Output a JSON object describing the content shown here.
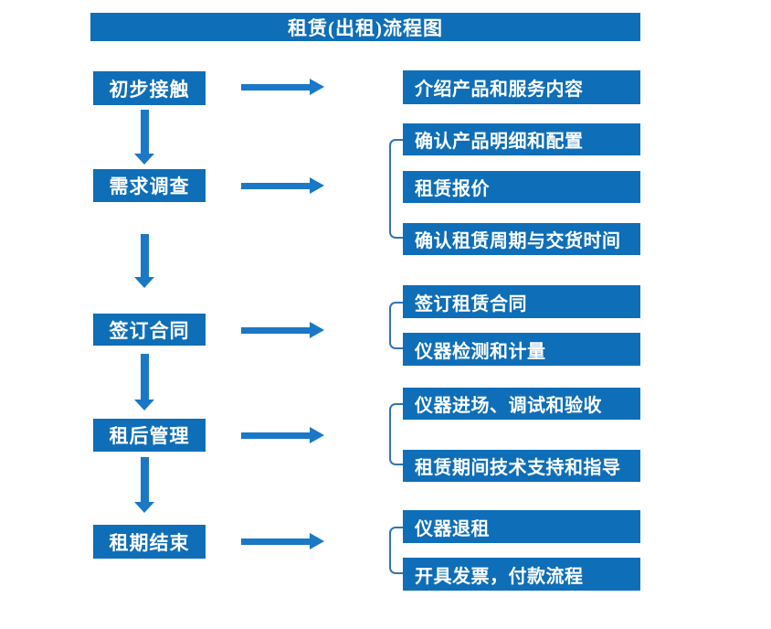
{
  "title": "租赁(出租)流程图",
  "colors": {
    "box": "#0e6eb8",
    "arrow": "#1a78c6",
    "bracket": "#2e75b6"
  },
  "stages": [
    {
      "label": "初步接触",
      "details": [
        "介绍产品和服务内容"
      ]
    },
    {
      "label": "需求调查",
      "details": [
        "确认产品明细和配置",
        "租赁报价",
        "确认租赁周期与交货时间"
      ]
    },
    {
      "label": "签订合同",
      "details": [
        "签订租赁合同",
        "仪器检测和计量"
      ]
    },
    {
      "label": "租后管理",
      "details": [
        "仪器进场、调试和验收",
        "租赁期间技术支持和指导"
      ]
    },
    {
      "label": "租期结束",
      "details": [
        "仪器退租",
        "开具发票，付款流程"
      ]
    }
  ]
}
